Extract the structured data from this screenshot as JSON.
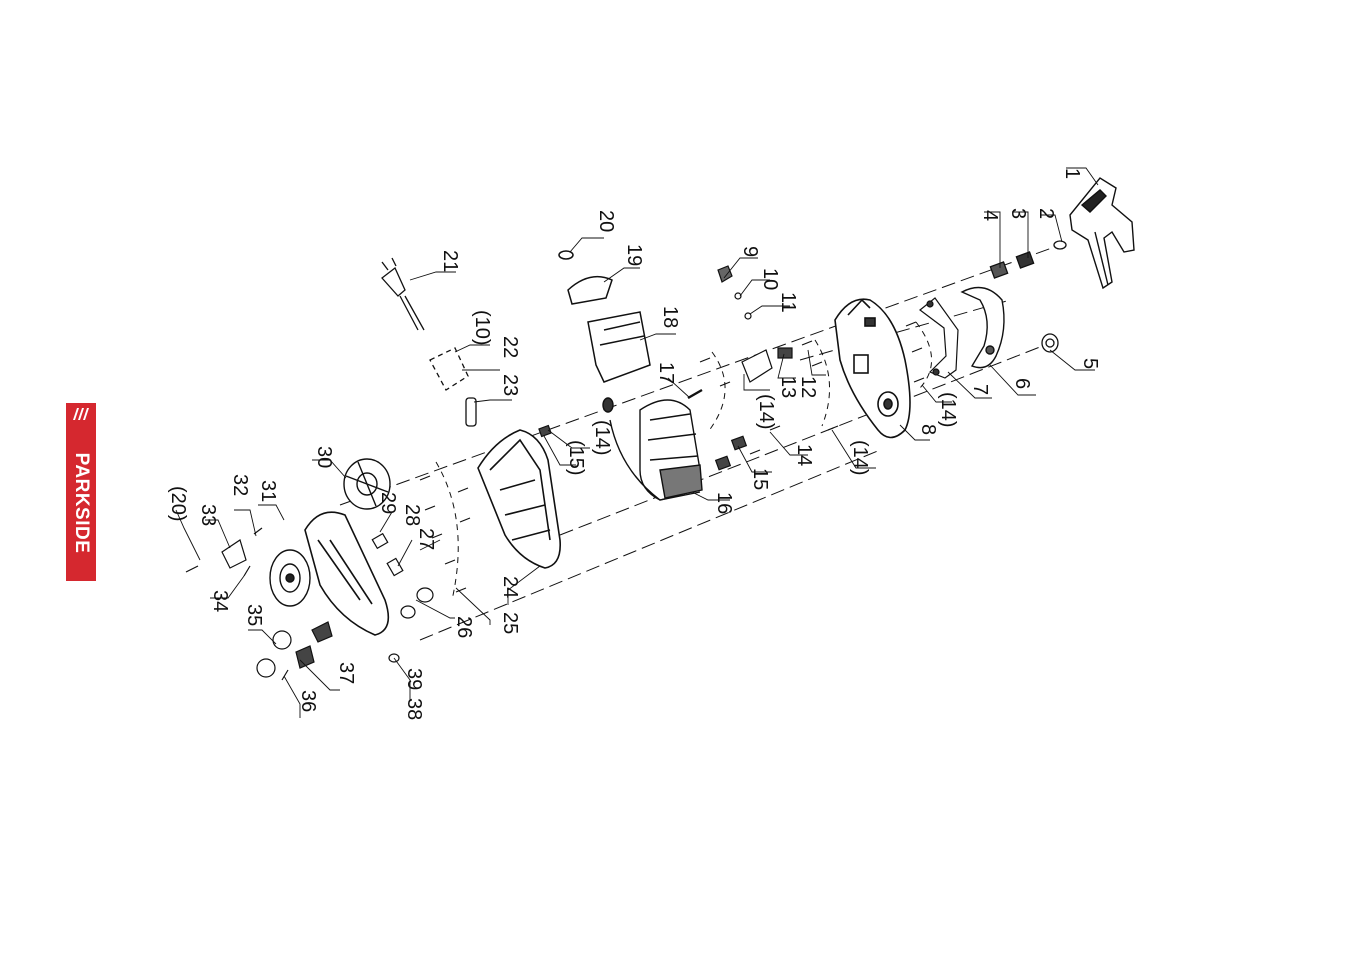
{
  "brand": {
    "logo_text": "PARKSIDE",
    "color": "#d5282f"
  },
  "callouts": [
    {
      "id": "c1",
      "label": "1"
    },
    {
      "id": "c2",
      "label": "2"
    },
    {
      "id": "c3",
      "label": "3"
    },
    {
      "id": "c4",
      "label": "4"
    },
    {
      "id": "c5",
      "label": "5"
    },
    {
      "id": "c6",
      "label": "6"
    },
    {
      "id": "c7",
      "label": "7"
    },
    {
      "id": "c8",
      "label": "8"
    },
    {
      "id": "c14a",
      "label": "(14)"
    },
    {
      "id": "c14b",
      "label": "(14)"
    },
    {
      "id": "c9",
      "label": "9"
    },
    {
      "id": "c10",
      "label": "10"
    },
    {
      "id": "c11",
      "label": "11"
    },
    {
      "id": "c12",
      "label": "12"
    },
    {
      "id": "c13",
      "label": "13"
    },
    {
      "id": "c14c",
      "label": "(14)"
    },
    {
      "id": "c14",
      "label": "14"
    },
    {
      "id": "c15",
      "label": "15"
    },
    {
      "id": "c16",
      "label": "16"
    },
    {
      "id": "c17",
      "label": "17"
    },
    {
      "id": "c18",
      "label": "18"
    },
    {
      "id": "c19",
      "label": "19"
    },
    {
      "id": "c20",
      "label": "20"
    },
    {
      "id": "c21",
      "label": "21"
    },
    {
      "id": "c10b",
      "label": "(10)"
    },
    {
      "id": "c22",
      "label": "22"
    },
    {
      "id": "c23",
      "label": "23"
    },
    {
      "id": "c14d",
      "label": "(14)"
    },
    {
      "id": "c15b",
      "label": "(15)"
    },
    {
      "id": "c24",
      "label": "24"
    },
    {
      "id": "c25",
      "label": "25"
    },
    {
      "id": "c26",
      "label": "26"
    },
    {
      "id": "c27",
      "label": "27"
    },
    {
      "id": "c28",
      "label": "28"
    },
    {
      "id": "c29",
      "label": "29"
    },
    {
      "id": "c30",
      "label": "30"
    },
    {
      "id": "c31",
      "label": "31"
    },
    {
      "id": "c32",
      "label": "32"
    },
    {
      "id": "c20b",
      "label": "(20)"
    },
    {
      "id": "c33",
      "label": "33"
    },
    {
      "id": "c34",
      "label": "34"
    },
    {
      "id": "c35",
      "label": "35"
    },
    {
      "id": "c36",
      "label": "36"
    },
    {
      "id": "c37",
      "label": "37"
    },
    {
      "id": "c38",
      "label": "38"
    },
    {
      "id": "c39",
      "label": "39"
    }
  ]
}
